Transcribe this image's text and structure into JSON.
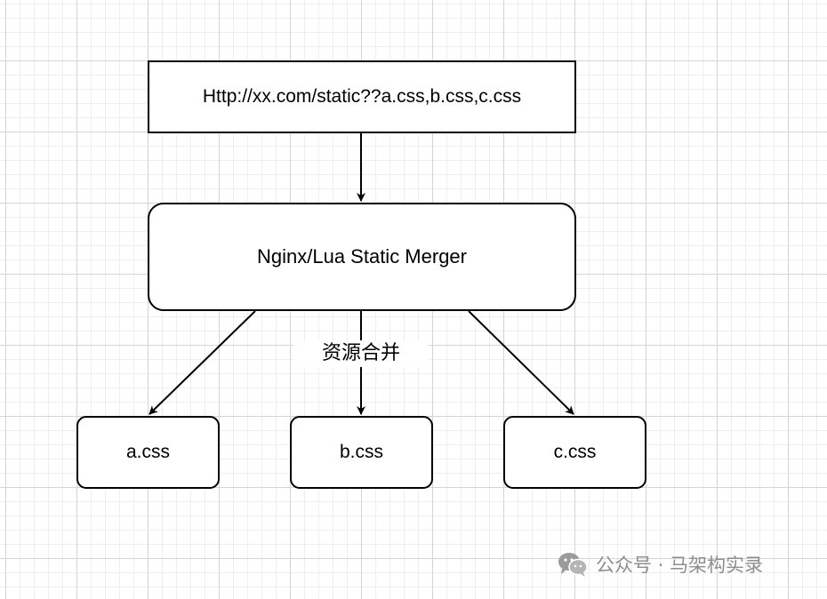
{
  "diagram": {
    "nodes": {
      "url": "Http://xx.com/static??a.css,b.css,c.css",
      "merger": "Nginx/Lua Static Merger",
      "file_a": "a.css",
      "file_b": "b.css",
      "file_c": "c.css"
    },
    "edge_label": "资源合并",
    "edges": [
      {
        "from": "url",
        "to": "merger"
      },
      {
        "from": "merger",
        "to": "file_a"
      },
      {
        "from": "merger",
        "to": "file_b"
      },
      {
        "from": "merger",
        "to": "file_c"
      }
    ]
  },
  "watermark": {
    "text": "公众号 · 马架构实录",
    "icon": "wechat-icon"
  }
}
